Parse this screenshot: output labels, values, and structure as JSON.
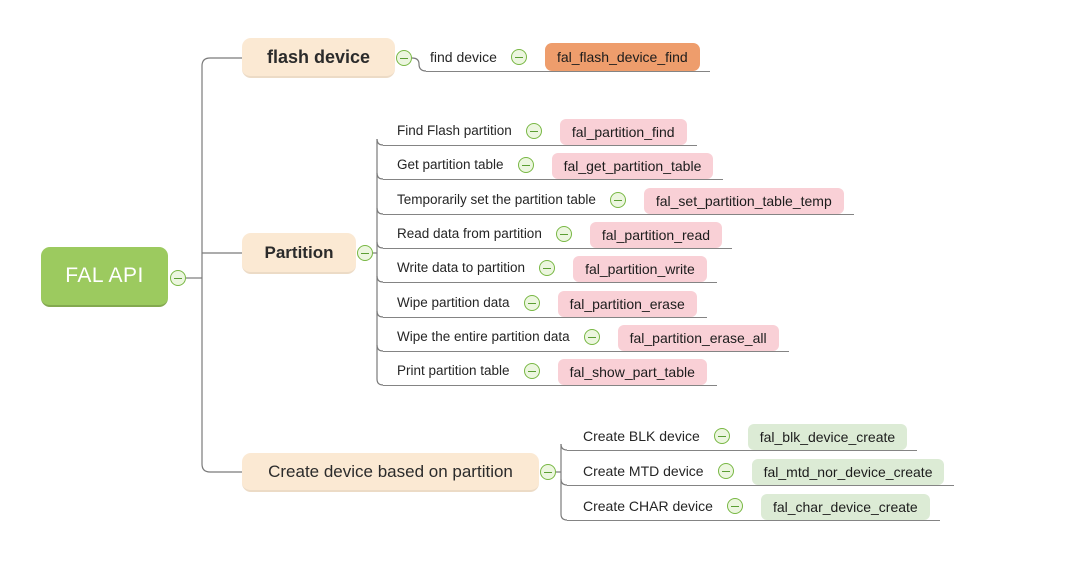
{
  "root": {
    "label": "FAL API"
  },
  "branches": [
    {
      "label": "flash device",
      "children": [
        {
          "label": "find device",
          "func": "fal_flash_device_find"
        }
      ]
    },
    {
      "label": "Partition",
      "children": [
        {
          "label": "Find Flash partition",
          "func": "fal_partition_find"
        },
        {
          "label": "Get partition table",
          "func": "fal_get_partition_table"
        },
        {
          "label": "Temporarily set the partition table",
          "func": "fal_set_partition_table_temp"
        },
        {
          "label": "Read data from partition",
          "func": "fal_partition_read"
        },
        {
          "label": "Write data to partition",
          "func": "fal_partition_write"
        },
        {
          "label": "Wipe partition data",
          "func": "fal_partition_erase"
        },
        {
          "label": "Wipe the entire partition data",
          "func": "fal_partition_erase_all"
        },
        {
          "label": "Print partition table",
          "func": "fal_show_part_table"
        }
      ]
    },
    {
      "label": "Create device based on partition",
      "children": [
        {
          "label": "Create BLK device",
          "func": "fal_blk_device_create"
        },
        {
          "label": "Create MTD device",
          "func": "fal_mtd_nor_device_create"
        },
        {
          "label": "Create CHAR device",
          "func": "fal_char_device_create"
        }
      ]
    }
  ],
  "icons": {
    "collapse": "minus-circle"
  },
  "colors": {
    "root_fill": "#9CCA5F",
    "branch_fill": "#FBE9D3",
    "flash_func_fill": "#EE9D6C",
    "partition_func_fill": "#F9D0D6",
    "create_func_fill": "#DCEBD5",
    "collapse_icon_green": "#79B845",
    "connector_gray": "#7A7A7A",
    "root_text": "#FFFFFF",
    "node_text": "#2B2B2B"
  }
}
